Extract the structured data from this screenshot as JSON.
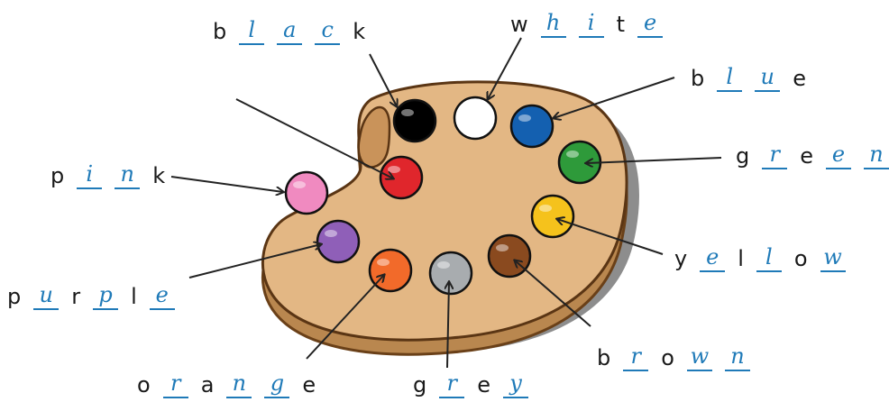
{
  "colors": {
    "fill_letter": "#1f7ab8",
    "palette_top": "#e3b784",
    "palette_edge": "#7a4d22",
    "shadow": "#8d8d8d"
  },
  "paints": [
    {
      "name": "black",
      "color": "#000000"
    },
    {
      "name": "white",
      "color": "#ffffff"
    },
    {
      "name": "blue",
      "color": "#1460b0"
    },
    {
      "name": "green",
      "color": "#2e9a3a"
    },
    {
      "name": "yellow",
      "color": "#f5c21c"
    },
    {
      "name": "brown",
      "color": "#8a4a1f"
    },
    {
      "name": "grey",
      "color": "#a8acaf"
    },
    {
      "name": "orange",
      "color": "#f26a2a"
    },
    {
      "name": "purple",
      "color": "#8f5fb8"
    },
    {
      "name": "pink",
      "color": "#f08ac0"
    },
    {
      "name": "red",
      "color": "#e0262c"
    }
  ],
  "words": [
    {
      "id": "black",
      "letters": [
        {
          "ch": "b",
          "fill": false
        },
        {
          "ch": "l",
          "fill": true
        },
        {
          "ch": "a",
          "fill": true
        },
        {
          "ch": "c",
          "fill": true
        },
        {
          "ch": "k",
          "fill": false
        }
      ]
    },
    {
      "id": "white",
      "letters": [
        {
          "ch": "w",
          "fill": false
        },
        {
          "ch": "h",
          "fill": true
        },
        {
          "ch": "i",
          "fill": true
        },
        {
          "ch": "t",
          "fill": false
        },
        {
          "ch": "e",
          "fill": true
        }
      ]
    },
    {
      "id": "blue",
      "letters": [
        {
          "ch": "b",
          "fill": false
        },
        {
          "ch": "l",
          "fill": true
        },
        {
          "ch": "u",
          "fill": true
        },
        {
          "ch": "e",
          "fill": false
        }
      ]
    },
    {
      "id": "green",
      "letters": [
        {
          "ch": "g",
          "fill": false
        },
        {
          "ch": "r",
          "fill": true
        },
        {
          "ch": "e",
          "fill": false
        },
        {
          "ch": "e",
          "fill": true
        },
        {
          "ch": "n",
          "fill": true
        }
      ]
    },
    {
      "id": "yellow",
      "letters": [
        {
          "ch": "y",
          "fill": false
        },
        {
          "ch": "e",
          "fill": true
        },
        {
          "ch": "l",
          "fill": false
        },
        {
          "ch": "l",
          "fill": true
        },
        {
          "ch": "o",
          "fill": false
        },
        {
          "ch": "w",
          "fill": true
        }
      ]
    },
    {
      "id": "brown",
      "letters": [
        {
          "ch": "b",
          "fill": false
        },
        {
          "ch": "r",
          "fill": true
        },
        {
          "ch": "o",
          "fill": false
        },
        {
          "ch": "w",
          "fill": true
        },
        {
          "ch": "n",
          "fill": true
        }
      ]
    },
    {
      "id": "grey",
      "letters": [
        {
          "ch": "g",
          "fill": false
        },
        {
          "ch": "r",
          "fill": true
        },
        {
          "ch": "e",
          "fill": false
        },
        {
          "ch": "y",
          "fill": true
        }
      ]
    },
    {
      "id": "orange",
      "letters": [
        {
          "ch": "o",
          "fill": false
        },
        {
          "ch": "r",
          "fill": true
        },
        {
          "ch": "a",
          "fill": false
        },
        {
          "ch": "n",
          "fill": true
        },
        {
          "ch": "g",
          "fill": true
        },
        {
          "ch": "e",
          "fill": false
        }
      ]
    },
    {
      "id": "purple",
      "letters": [
        {
          "ch": "p",
          "fill": false
        },
        {
          "ch": "u",
          "fill": true
        },
        {
          "ch": "r",
          "fill": false
        },
        {
          "ch": "p",
          "fill": true
        },
        {
          "ch": "l",
          "fill": false
        },
        {
          "ch": "e",
          "fill": true
        }
      ]
    },
    {
      "id": "pink",
      "letters": [
        {
          "ch": "p",
          "fill": false
        },
        {
          "ch": "i",
          "fill": true
        },
        {
          "ch": "n",
          "fill": true
        },
        {
          "ch": "k",
          "fill": false
        }
      ]
    }
  ]
}
